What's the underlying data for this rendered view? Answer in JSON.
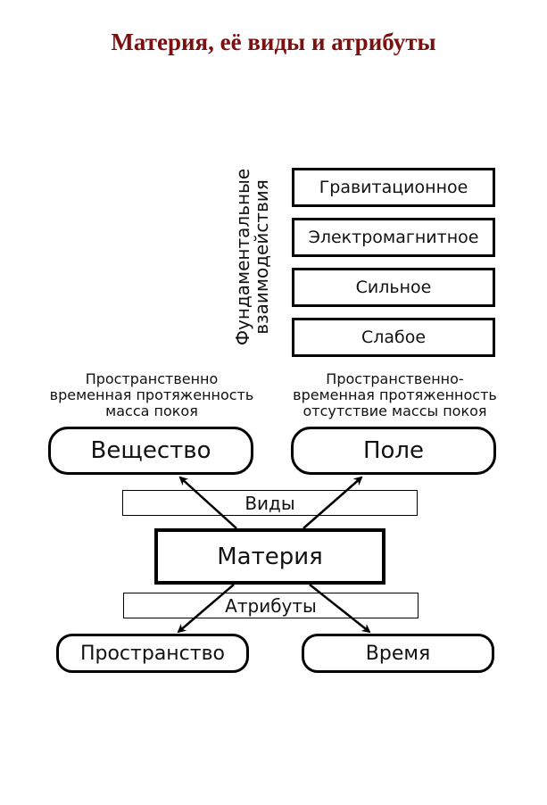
{
  "title": "Материя, её виды и атрибуты",
  "title_color": "#7a1010",
  "interactions": {
    "label": "Фундаментальные взаимодействия",
    "items": [
      "Гравитационное",
      "Электромагнитное",
      "Сильное",
      "Слабое"
    ]
  },
  "types": {
    "label": "Виды",
    "substance": {
      "name": "Вещество",
      "description": [
        "Пространственно",
        "временная протяженность",
        "масса покоя"
      ]
    },
    "field": {
      "name": "Поле",
      "description": [
        "Пространственно-",
        "временная протяженность",
        "отсутствие массы покоя"
      ]
    }
  },
  "center": "Материя",
  "attributes": {
    "label": "Атрибуты",
    "items": [
      "Пространство",
      "Время"
    ]
  }
}
